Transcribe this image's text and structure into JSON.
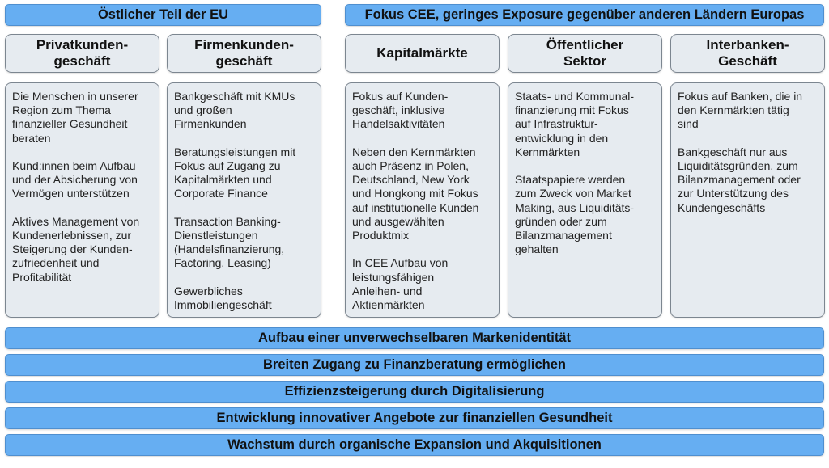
{
  "top_banners": [
    {
      "label": "Östlicher Teil der EU"
    },
    {
      "label": "Fokus CEE, geringes Exposure gegenüber anderen Ländern Europas"
    }
  ],
  "segments": [
    {
      "title": "Privatkunden-\ngeschäft",
      "paragraphs": [
        "Die Menschen in unserer\nRegion zum Thema\nfinanzieller Gesundheit\nberaten",
        "Kund:innen beim Aufbau\nund der Absicherung von\nVermögen unterstützen",
        "Aktives Management von\nKundenerlebnissen, zur\nSteigerung der Kunden-\nzufriedenheit und\nProfitabilität"
      ]
    },
    {
      "title": "Firmenkunden-\ngeschäft",
      "paragraphs": [
        "Bankgeschäft mit KMUs\nund großen\nFirmenkunden",
        "Beratungsleistungen mit\nFokus auf Zugang zu\nKapitalmärkten und\nCorporate Finance",
        "Transaction Banking-\nDienstleistungen\n(Handelsfinanzierung,\nFactoring, Leasing)",
        "Gewerbliches\nImmobiliengeschäft"
      ]
    },
    {
      "title": "Kapitalmärkte",
      "paragraphs": [
        "Fokus auf Kunden-\ngeschäft, inklusive\nHandelsaktivitäten",
        "Neben den Kernmärkten\nauch Präsenz in Polen,\nDeutschland, New York\nund Hongkong mit Fokus\nauf institutionelle Kunden\nund ausgewählten\nProduktmix",
        "In CEE Aufbau von\nleistungsfähigen\nAnleihen- und\nAktienmärkten"
      ]
    },
    {
      "title": "Öffentlicher\nSektor",
      "paragraphs": [
        "Staats- und Kommunal-\nfinanzierung mit Fokus\nauf Infrastruktur-\nentwicklung in den\nKernmärkten",
        "Staatspapiere werden\nzum Zweck von Market\nMaking, aus Liquiditäts-\ngründen oder zum\nBilanzmanagement\ngehalten"
      ]
    },
    {
      "title": "Interbanken-\nGeschäft",
      "paragraphs": [
        "Fokus auf Banken, die in\nden Kernmärkten tätig\nsind",
        "Bankgeschäft nur aus\nLiquiditätsgründen, zum\nBilanzmanagement oder\nzur Unterstützung des\nKundengeschäfts"
      ]
    }
  ],
  "bottom_banners": [
    {
      "label": "Aufbau einer unverwechselbaren Markenidentität"
    },
    {
      "label": "Breiten Zugang zu Finanzberatung ermöglichen"
    },
    {
      "label": "Effizienzsteigerung durch Digitalisierung"
    },
    {
      "label": "Entwicklung innovativer Angebote zur finanziellen Gesundheit"
    },
    {
      "label": "Wachstum durch organische Expansion und Akquisitionen"
    }
  ]
}
